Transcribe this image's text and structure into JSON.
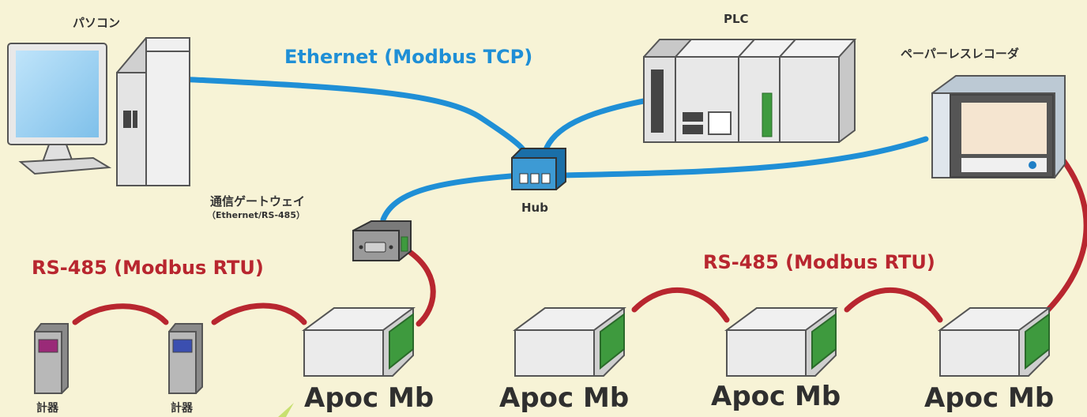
{
  "labels": {
    "pc": "パソコン",
    "plc": "PLC",
    "recorder": "ペーパーレスレコーダ",
    "hub": "Hub",
    "gateway": "通信ゲートウェイ",
    "gateway_sub": "（Ethernet/RS-485）",
    "ethernet": "Ethernet (Modbus TCP)",
    "rs485_left": "RS-485 (Modbus RTU)",
    "rs485_right": "RS-485 (Modbus RTU)",
    "meter1": "計器",
    "meter2": "計器",
    "apoc1": "Apoc Mb",
    "apoc2": "Apoc Mb",
    "apoc3": "Apoc Mb",
    "apoc4": "Apoc Mb"
  },
  "colors": {
    "background": "#f7f3d6",
    "ethernet_cable": "#1f8fd6",
    "rs485_cable": "#b8262f",
    "device_body": "#e8e8e8",
    "device_outline": "#555555",
    "connector_green": "#3e9a3e",
    "screen_blue": "#9fd3f2"
  },
  "icons": [
    "monitor-icon",
    "pc-tower-icon",
    "plc-icon",
    "recorder-icon",
    "hub-icon",
    "gateway-icon",
    "meter-icon",
    "apoc-device-icon"
  ]
}
